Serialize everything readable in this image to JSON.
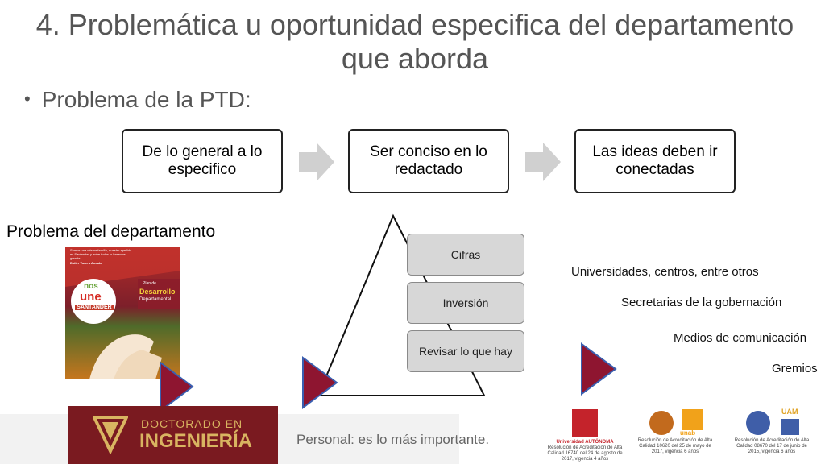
{
  "title": "4. Problemática u oportunidad especifica del departamento que aborda",
  "bullet": "Problema de la PTD:",
  "flow": [
    "De lo general a lo especifico",
    "Ser conciso en lo redactado",
    "Las ideas deben ir conectadas"
  ],
  "dept_label": "Problema del departamento",
  "cover": {
    "small_text": "Somos una misma familia, nuestro apellido es Santander y entre todos lo haremos grande.",
    "signature": "Didier Tavera Amado",
    "logo_top": "nos",
    "logo_mid": "une",
    "logo_bottom": "SANTANDER",
    "plan_line1": "Plan de",
    "plan_line2": "Desarrollo",
    "plan_line3": "Departamental"
  },
  "stack": [
    "Cifras",
    "Inversión",
    "Revisar lo que hay"
  ],
  "sources": [
    "Universidades, centros,  entre otros",
    "Secretarias de la gobernación",
    "Medios de comunicación",
    "Gremios"
  ],
  "footer": {
    "logo_line1": "DOCTORADO EN",
    "logo_line2": "INGENIERÍA",
    "tagline": "Personal: es lo más importante."
  },
  "accreditations": [
    {
      "logo": "unab",
      "text": "Resolución de Acreditación de Alta Calidad 10620 del 25 de mayo de 2017, vigencia 6 años"
    },
    {
      "logo": "UAM",
      "text": "Resolución de Acreditación de Alta Calidad 08670 del 17 de junio de 2015, vigencia 6 años"
    },
    {
      "logo": "Universidad AUTÓNOMA",
      "text": "Resolución de Acreditación de Alta Calidad 16740 del 24 de agosto de 2017, vigencia 4 años"
    }
  ],
  "colors": {
    "accent_red": "#8e1530",
    "chevron": "#d0d0d0",
    "footer_brand": "#7a1a20",
    "gold": "#d9b461"
  }
}
